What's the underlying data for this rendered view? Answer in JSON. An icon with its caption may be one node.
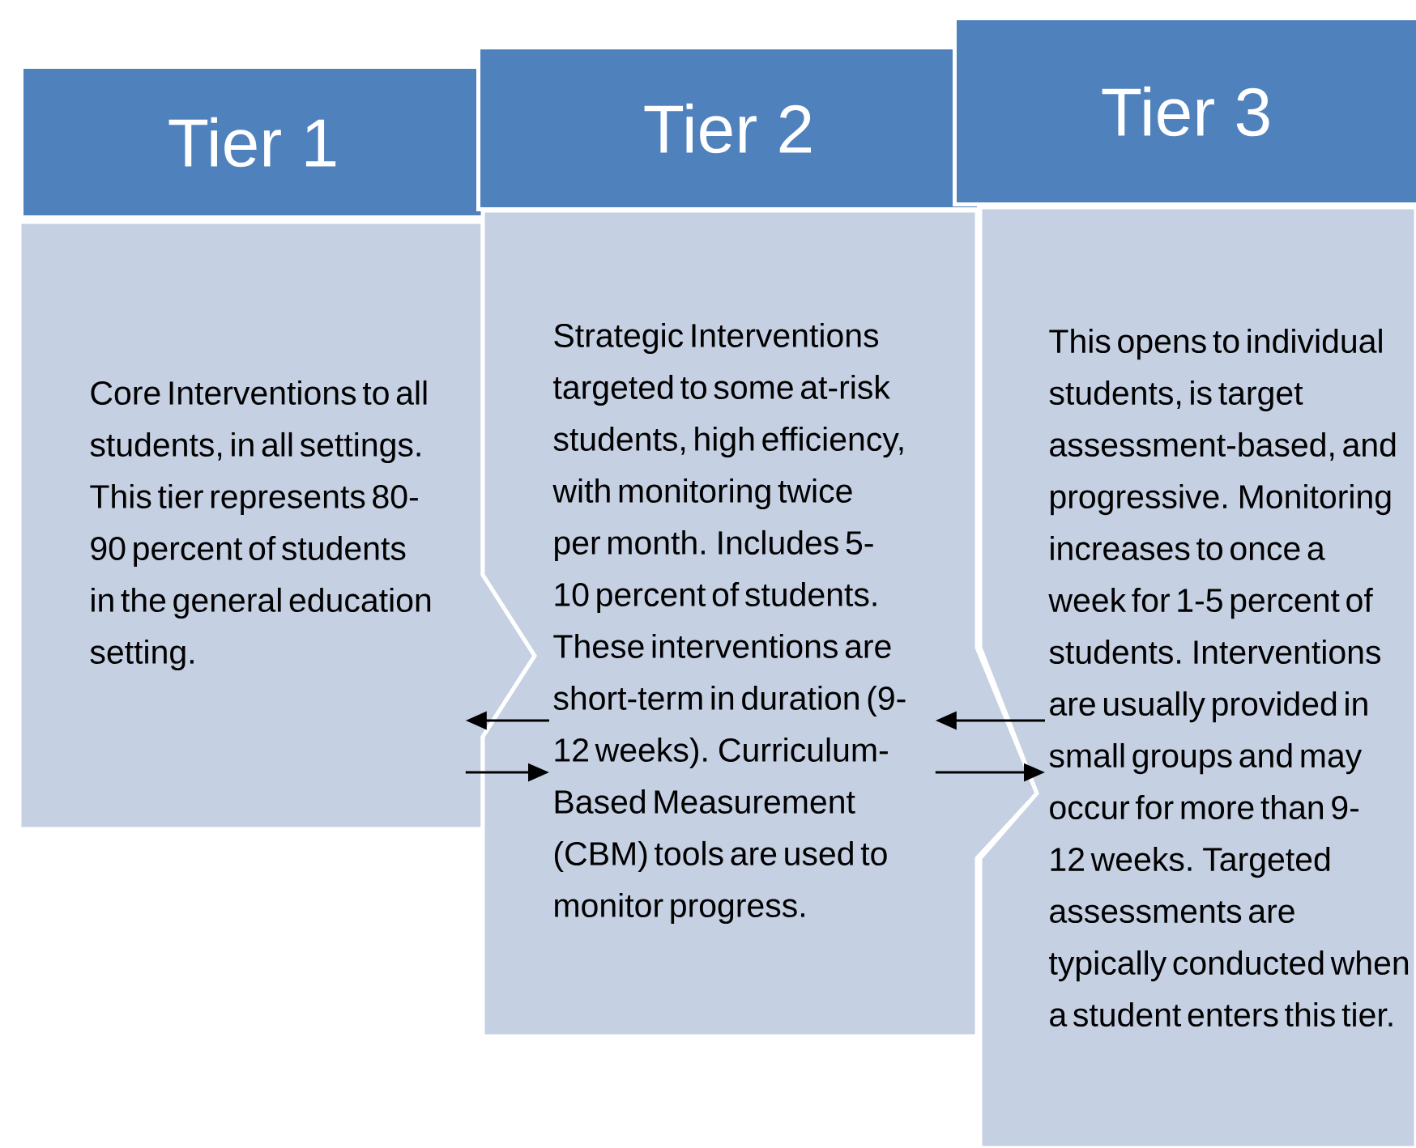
{
  "diagram": {
    "nodes": [
      {
        "text": [
          "Tier 1"
        ]
      },
      {
        "text": [
          "Core Interventions to all students, in all settings.  This tier represents 80-90 percent of students in the general education setting."
        ]
      },
      {
        "text": [
          "Tier 2"
        ]
      },
      {
        "text": [
          "Strategic Interventions targeted to some at-risk students, high efficiency, with monitoring twice per month.  Includes 5-10 percent of students. These interventions are short-term in duration (9-12 weeks). Curriculum-Based Measurement (CBM) tools are used to monitor progress."
        ]
      },
      {
        "text": [
          "Tier 3"
        ]
      },
      {
        "text": [
          "This opens to individual students, is target assessment-based, and progressive. Monitoring increases to once a week for 1-5 percent of students. Interventions are usually provided in small groups and may occur for more than 9-12 weeks. Targeted assessments are typically conducted when a student enters this tier."
        ]
      }
    ],
    "edges": [
      {
        "from": 3,
        "to": 1,
        "arrow": "to"
      },
      {
        "from": 1,
        "to": 3,
        "arrow": "to"
      },
      {
        "from": 5,
        "to": 3,
        "arrow": "to"
      },
      {
        "from": 3,
        "to": 5,
        "arrow": "to"
      }
    ]
  }
}
